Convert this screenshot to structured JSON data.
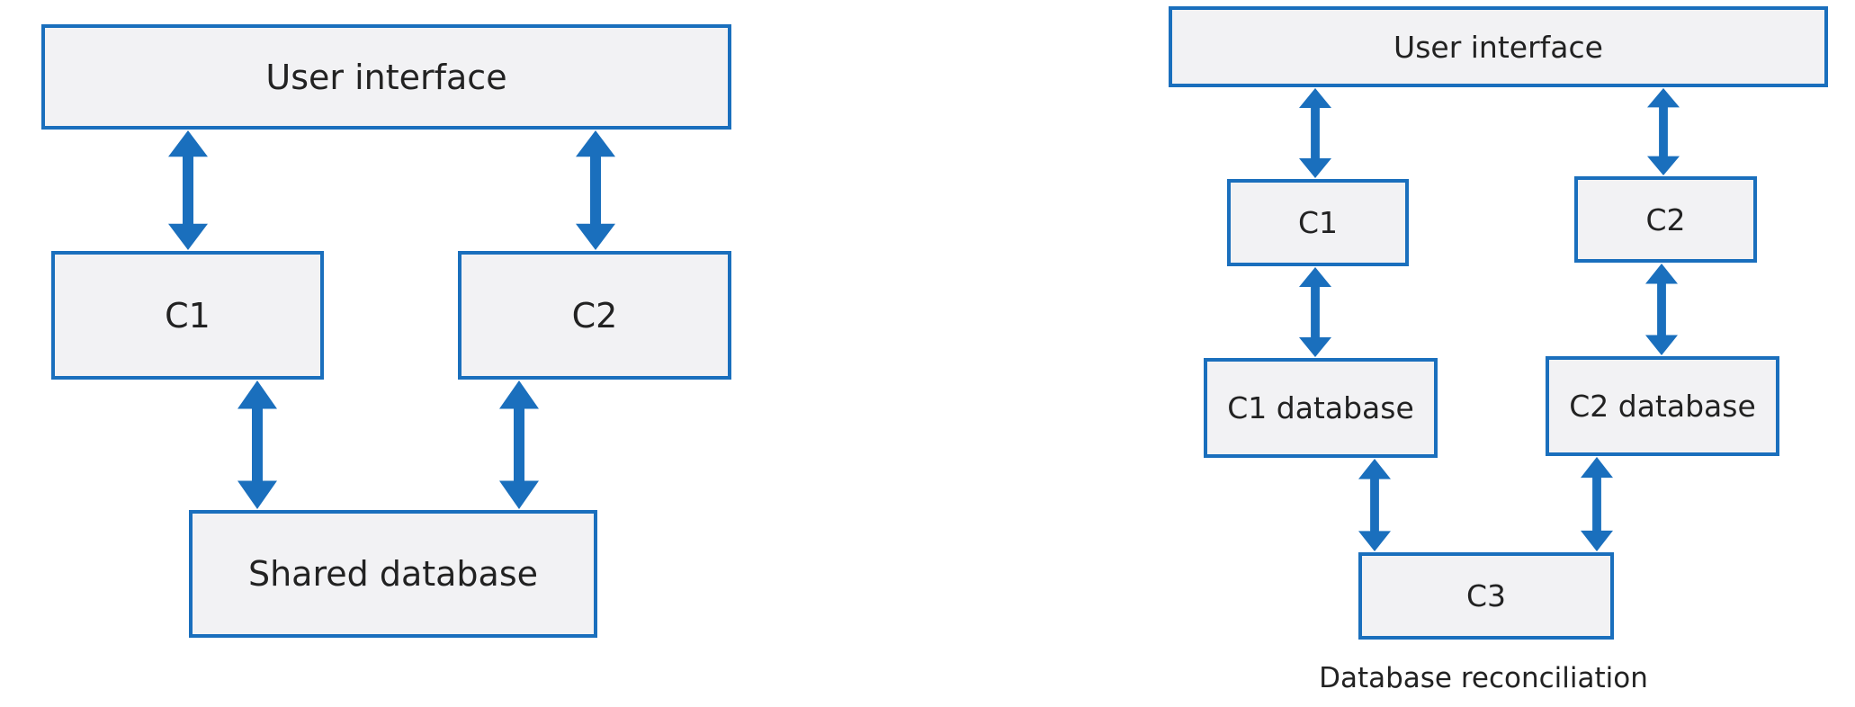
{
  "colors": {
    "box_border": "#1a6fbd",
    "box_fill": "#f2f2f4",
    "arrow": "#1a6fbd",
    "text": "#222222"
  },
  "diagrams": {
    "shared": {
      "ui": "User interface",
      "c1": "C1",
      "c2": "C2",
      "db": "Shared database"
    },
    "reconciliation": {
      "ui": "User interface",
      "c1": "C1",
      "c2": "C2",
      "c1_db": "C1 database",
      "c2_db": "C2 database",
      "c3": "C3",
      "caption": "Database reconciliation"
    }
  }
}
